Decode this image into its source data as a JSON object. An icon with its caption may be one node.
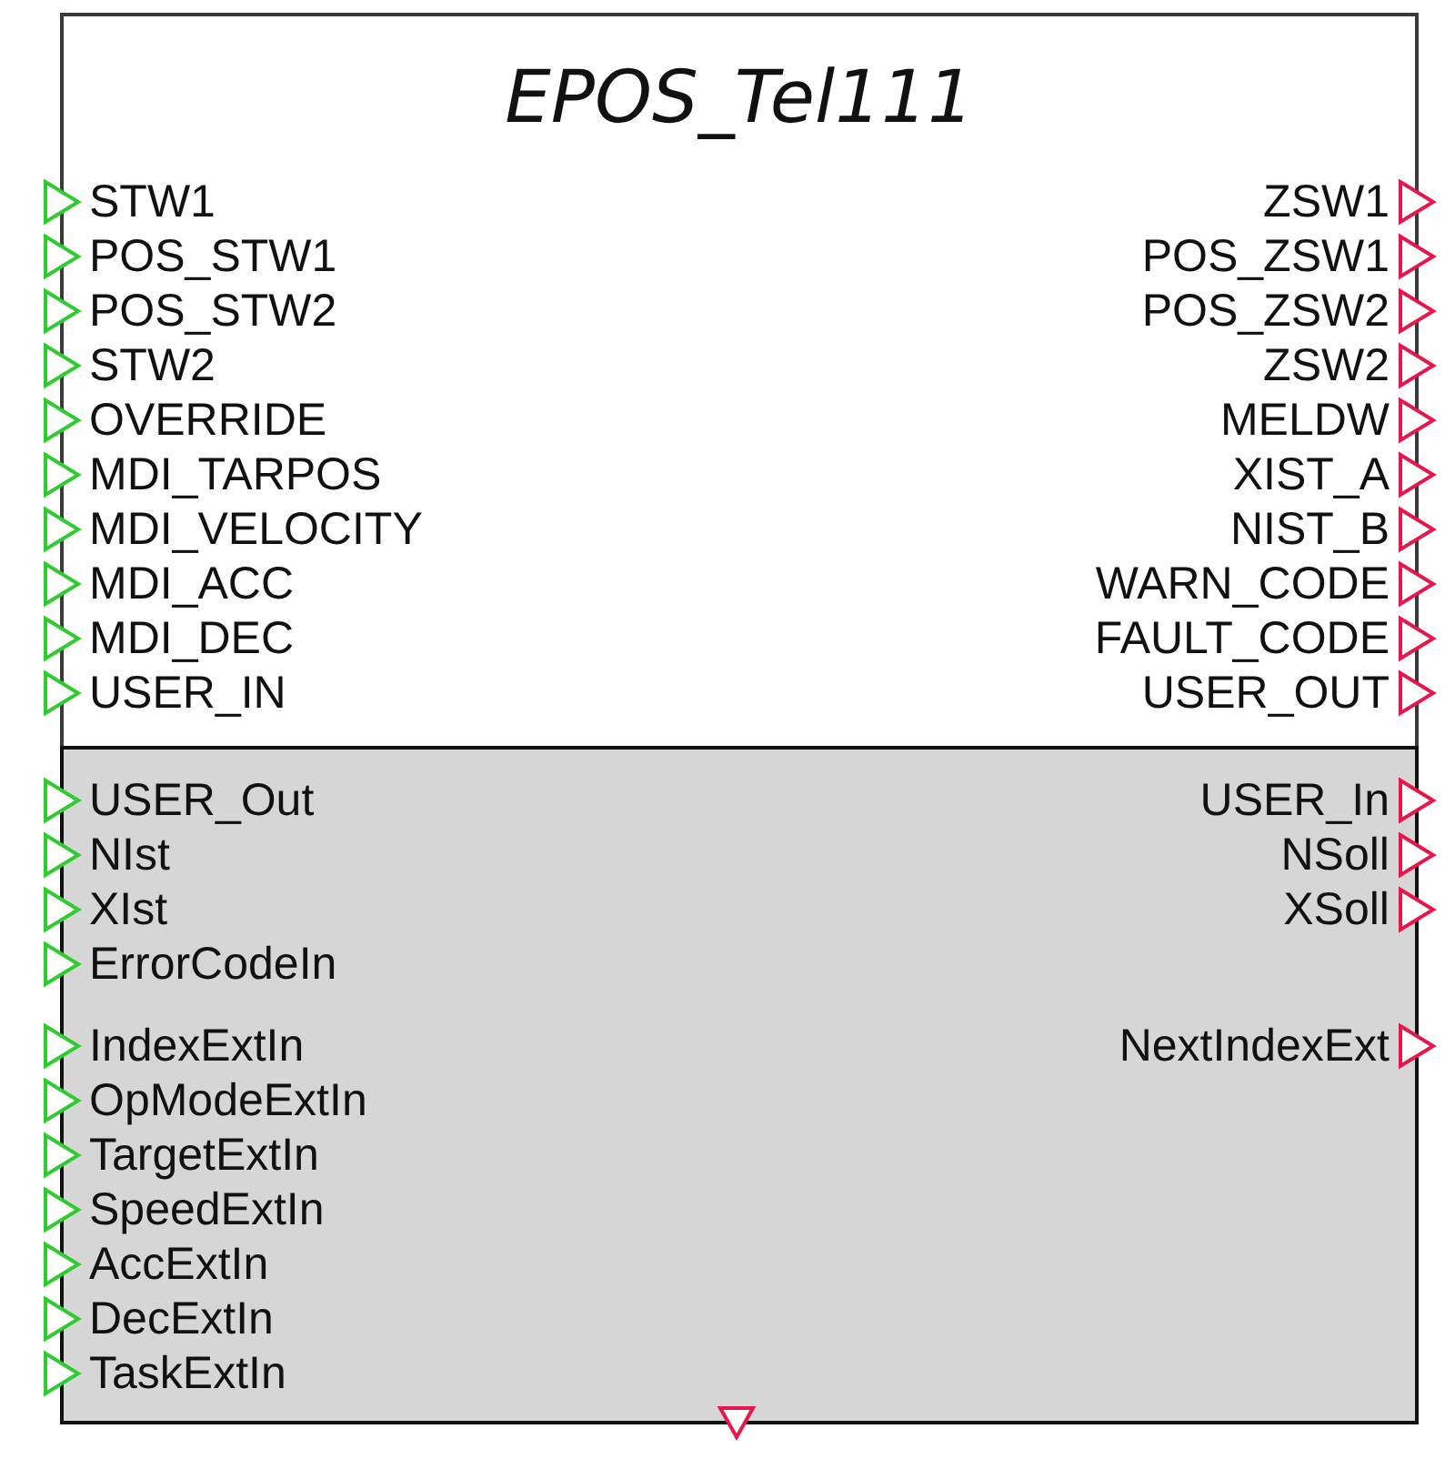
{
  "diagram": {
    "nodes": [
      {
        "text": [
          "EPOS_Tel111",
          "STW1",
          "ZSW1",
          "POS_STW1",
          "POS_ZSW1",
          "POS_STW2",
          "POS_ZSW2",
          "STW2",
          "ZSW2",
          "OVERRIDE",
          "MELDW",
          "MDI_TARPOS",
          "XIST_A",
          "MDI_VELOCITY",
          "NIST_B",
          "MDI_ACC",
          "WARN_CODE",
          "MDI_DEC",
          "FAULT_CODE",
          "USER_IN",
          "USER_OUT"
        ]
      },
      {
        "text": [
          "USER_Out",
          "USER_In",
          "NIst",
          "NSoll",
          "XIst",
          "XSoll",
          "ErrorCodeIn",
          "IndexExtIn",
          "NextIndexExt",
          "OpModeExtIn",
          "TargetExtIn",
          "SpeedExtIn",
          "AccExtIn",
          "DecExtIn",
          "TaskExtIn"
        ],
        "in": 0
      }
    ]
  }
}
